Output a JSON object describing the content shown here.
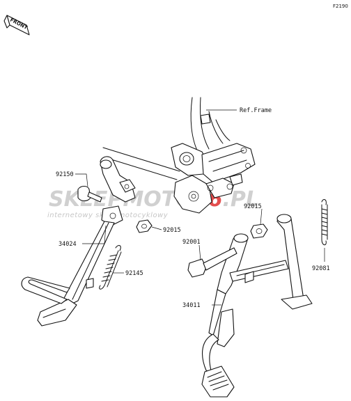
{
  "figure_code": "F2190",
  "front_marker": "FRONT",
  "watermark": {
    "brand_left": "SKLEP",
    "brand_mid": "MOTO",
    "brand_num": "46",
    "brand_tld": ".PL",
    "tagline": "internetowy sklep motocyklowy",
    "colors": {
      "grey": "#c8c8c8",
      "red": "#e03030"
    }
  },
  "callouts": {
    "ref_frame": "Ref.Frame",
    "c92150": "92150",
    "c92015_left": "92015",
    "c34024": "34024",
    "c92145": "92145",
    "c92015_right": "92015",
    "c92001": "92001",
    "c92081": "92081",
    "c34011": "34011"
  }
}
